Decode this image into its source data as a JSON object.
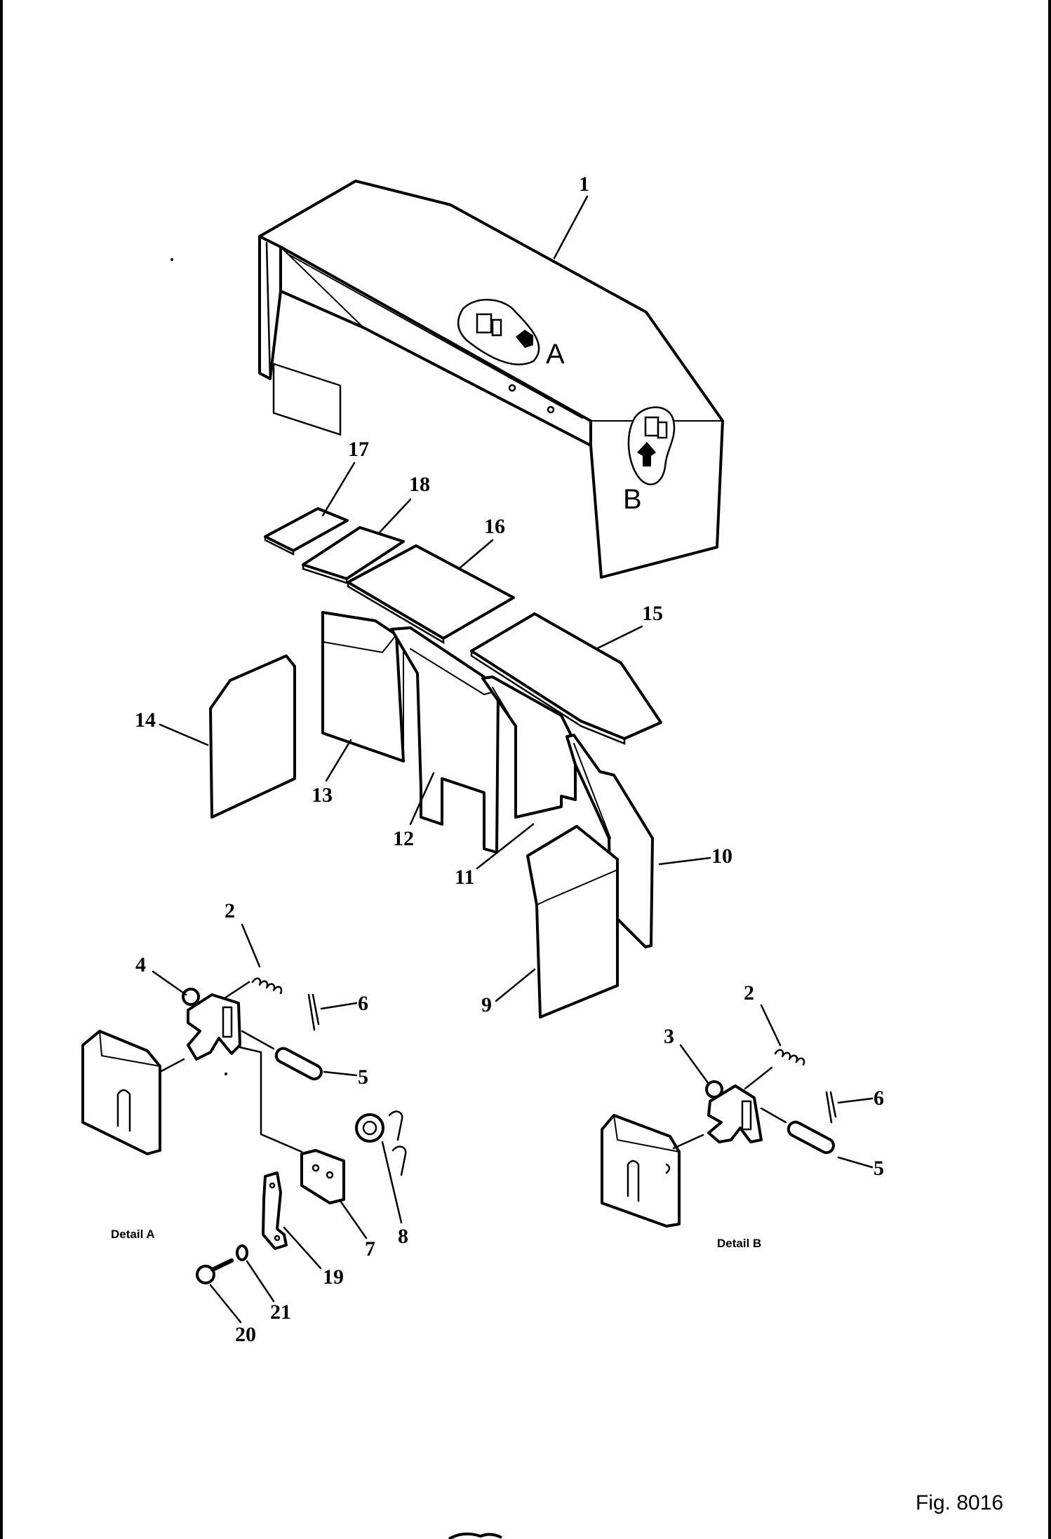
{
  "figure": {
    "label": "Fig. 8016"
  },
  "details": {
    "a_caption": "Detail A",
    "b_caption": "Detail B",
    "a_letter": "A",
    "b_letter": "B"
  },
  "callouts": {
    "c1": "1",
    "c2a": "2",
    "c2b": "2",
    "c3": "3",
    "c4": "4",
    "c5a": "5",
    "c5b": "5",
    "c6a": "6",
    "c6b": "6",
    "c7": "7",
    "c8": "8",
    "c9": "9",
    "c10": "10",
    "c11": "11",
    "c12": "12",
    "c13": "13",
    "c14": "14",
    "c15": "15",
    "c16": "16",
    "c17": "17",
    "c18": "18",
    "c19": "19",
    "c20": "20",
    "c21": "21"
  }
}
